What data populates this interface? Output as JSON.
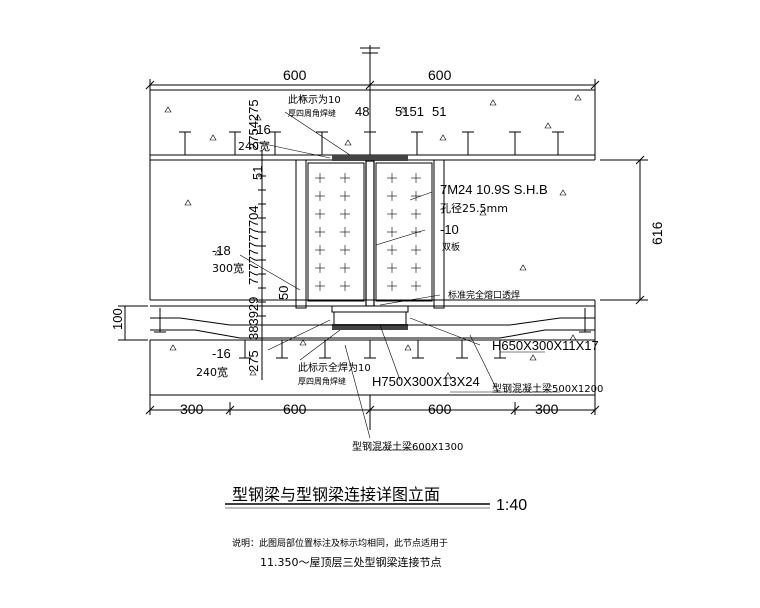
{
  "dimensions": {
    "top_left": "600",
    "top_right": "600",
    "bottom_far_left": "300",
    "bottom_left": "600",
    "bottom_right": "600",
    "bottom_far_right": "300",
    "right_height": "616",
    "left_100": "100",
    "weld_48": "48",
    "weld_51a": "5151",
    "weld_51b": "51",
    "vertical_stack_top": "2754275",
    "vertical_stack_mid": "77777777704",
    "vertical_stack_low": "383929",
    "vertical_stack_bottom": "275",
    "dim_50": "50",
    "dim_51": "51"
  },
  "annotations": {
    "note_top_1": "此标示为10",
    "note_top_2": "厚四周角焊缝",
    "plate_16_top": "-16",
    "plate_16_top_w": "240宽",
    "bolts": "7M24 10.9S S.H.B",
    "hole": "孔径25.5mm",
    "plate_10": "-10",
    "double_plate": "双板",
    "plate_18": "-18",
    "plate_18_w": "300宽",
    "full_pen_weld": "标准完全熔口透焊",
    "plate_16_bottom": "-16",
    "plate_16_bottom_w": "240宽",
    "note_bot_1": "此标示全焊为10",
    "note_bot_2": "厚四周角焊缝",
    "beam_h650": "H650X300X11X17",
    "beam_h750": "H750X300X13X24",
    "beam_right": "型钢混凝土梁500X1200",
    "beam_bottom": "型钢混凝土梁600X1300"
  },
  "title": {
    "main": "型钢梁与型钢梁连接详图立面",
    "scale": "1:40",
    "note_1": "说明：此图局部位置标注及标示均相同，此节点适用于",
    "note_2": "11.350～屋顶层三处型钢梁连接节点"
  }
}
